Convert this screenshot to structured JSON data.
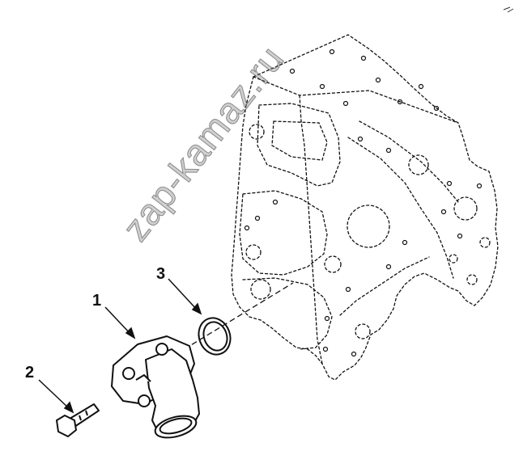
{
  "callouts": {
    "part1": "1",
    "part2": "2",
    "part3": "3"
  },
  "watermark": "zap-kamaz.ru"
}
